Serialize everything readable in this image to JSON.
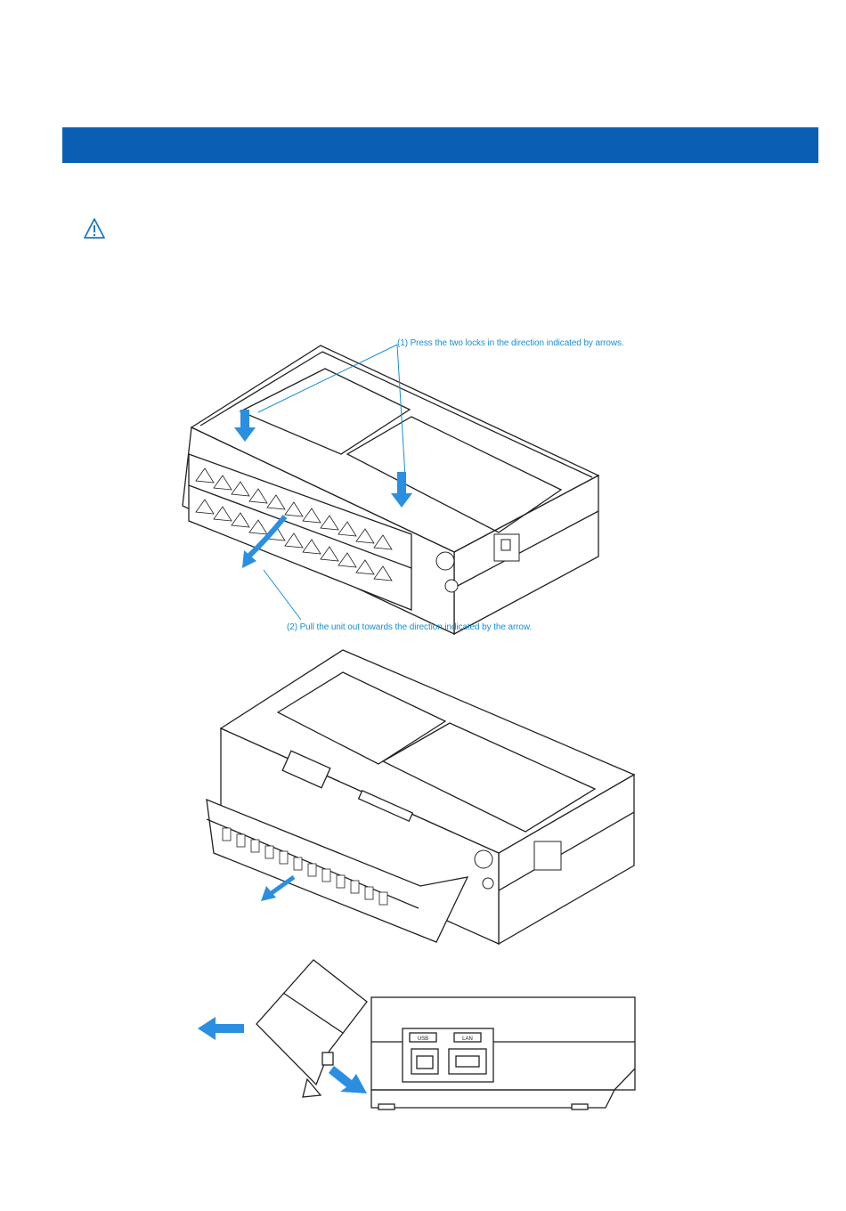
{
  "header": {
    "color": "#0a5fb4"
  },
  "warning": {
    "icon": "warning-triangle-icon",
    "color": "#1a7bc4"
  },
  "figure_1": {
    "callout_1": "(1) Press the two locks in the direction indicated by arrows.",
    "callout_2": "(2) Pull the unit out towards the direction indicated by the arrow."
  },
  "figure_3": {
    "usb_port_label": "USB",
    "lan_port_label": "LAN"
  },
  "colors": {
    "arrow": "#2a8fe0",
    "callout_text": "#1a8fd6",
    "line_art": "#222222"
  }
}
